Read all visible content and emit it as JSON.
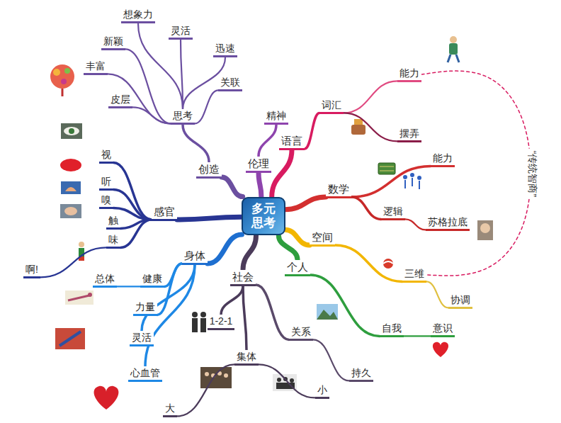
{
  "diagram": {
    "nodes": [
      {
        "text": [
          "多元 思考"
        ]
      },
      {
        "text": [
          "语言"
        ]
      },
      {
        "text": [
          "词汇"
        ]
      },
      {
        "text": [
          "能力"
        ]
      },
      {
        "text": [
          "摆弄"
        ]
      },
      {
        "text": [
          "数学"
        ]
      },
      {
        "text": [
          "能力"
        ]
      },
      {
        "text": [
          "逻辑"
        ]
      },
      {
        "text": [
          "苏格拉底"
        ]
      },
      {
        "text": [
          "空间"
        ]
      },
      {
        "text": [
          "三维"
        ]
      },
      {
        "text": [
          "协调"
        ]
      },
      {
        "text": [
          "个人"
        ]
      },
      {
        "text": [
          "自我"
        ]
      },
      {
        "text": [
          "意识"
        ]
      },
      {
        "text": [
          "社会"
        ]
      },
      {
        "text": [
          "1-2-1"
        ]
      },
      {
        "text": [
          "关系"
        ]
      },
      {
        "text": [
          "持久"
        ]
      },
      {
        "text": [
          "集体"
        ]
      },
      {
        "text": [
          "大"
        ]
      },
      {
        "text": [
          "小"
        ]
      },
      {
        "text": [
          "身体"
        ]
      },
      {
        "text": [
          "健康"
        ]
      },
      {
        "text": [
          "总体"
        ]
      },
      {
        "text": [
          "力量"
        ]
      },
      {
        "text": [
          "灵活"
        ]
      },
      {
        "text": [
          "心血管"
        ]
      },
      {
        "text": [
          "感官"
        ]
      },
      {
        "text": [
          "视"
        ]
      },
      {
        "text": [
          "听"
        ]
      },
      {
        "text": [
          "嗅"
        ]
      },
      {
        "text": [
          "触"
        ]
      },
      {
        "text": [
          "味"
        ]
      },
      {
        "text": [
          "啊!"
        ]
      },
      {
        "text": [
          "创造"
        ]
      },
      {
        "text": [
          "思考"
        ]
      },
      {
        "text": [
          "皮层"
        ]
      },
      {
        "text": [
          "丰富"
        ]
      },
      {
        "text": [
          "新颖"
        ]
      },
      {
        "text": [
          "想象力"
        ]
      },
      {
        "text": [
          "灵活"
        ]
      },
      {
        "text": [
          "迅速"
        ]
      },
      {
        "text": [
          "关联"
        ]
      },
      {
        "text": [
          "伦理"
        ]
      },
      {
        "text": [
          "精神"
        ]
      }
    ],
    "edges": [
      {
        "from": 0,
        "to": 1,
        "arrow": "none"
      },
      {
        "from": 1,
        "to": 2,
        "arrow": "none"
      },
      {
        "from": 2,
        "to": 3,
        "arrow": "none"
      },
      {
        "from": 2,
        "to": 4,
        "arrow": "none"
      },
      {
        "from": 0,
        "to": 5,
        "arrow": "none"
      },
      {
        "from": 5,
        "to": 6,
        "arrow": "none"
      },
      {
        "from": 5,
        "to": 7,
        "arrow": "none"
      },
      {
        "from": 7,
        "to": 8,
        "arrow": "none"
      },
      {
        "from": 0,
        "to": 9,
        "arrow": "none"
      },
      {
        "from": 9,
        "to": 10,
        "arrow": "none"
      },
      {
        "from": 10,
        "to": 11,
        "arrow": "none"
      },
      {
        "from": 0,
        "to": 12,
        "arrow": "none"
      },
      {
        "from": 12,
        "to": 13,
        "arrow": "none"
      },
      {
        "from": 13,
        "to": 14,
        "arrow": "none"
      },
      {
        "from": 0,
        "to": 15,
        "arrow": "none"
      },
      {
        "from": 15,
        "to": 16,
        "arrow": "none"
      },
      {
        "from": 15,
        "to": 17,
        "arrow": "none"
      },
      {
        "from": 17,
        "to": 18,
        "arrow": "none"
      },
      {
        "from": 15,
        "to": 19,
        "arrow": "none"
      },
      {
        "from": 19,
        "to": 20,
        "arrow": "none"
      },
      {
        "from": 19,
        "to": 21,
        "arrow": "none"
      },
      {
        "from": 0,
        "to": 22,
        "arrow": "none"
      },
      {
        "from": 22,
        "to": 23,
        "arrow": "none"
      },
      {
        "from": 23,
        "to": 24,
        "arrow": "none"
      },
      {
        "from": 22,
        "to": 25,
        "arrow": "none"
      },
      {
        "from": 22,
        "to": 26,
        "arrow": "none"
      },
      {
        "from": 22,
        "to": 27,
        "arrow": "none"
      },
      {
        "from": 0,
        "to": 28,
        "arrow": "none"
      },
      {
        "from": 28,
        "to": 29,
        "arrow": "none"
      },
      {
        "from": 28,
        "to": 30,
        "arrow": "none"
      },
      {
        "from": 28,
        "to": 31,
        "arrow": "none"
      },
      {
        "from": 28,
        "to": 32,
        "arrow": "none"
      },
      {
        "from": 28,
        "to": 33,
        "arrow": "none"
      },
      {
        "from": 33,
        "to": 34,
        "arrow": "none"
      },
      {
        "from": 0,
        "to": 35,
        "arrow": "none"
      },
      {
        "from": 35,
        "to": 36,
        "arrow": "none"
      },
      {
        "from": 36,
        "to": 37,
        "arrow": "none"
      },
      {
        "from": 36,
        "to": 38,
        "arrow": "none"
      },
      {
        "from": 36,
        "to": 39,
        "arrow": "none"
      },
      {
        "from": 36,
        "to": 40,
        "arrow": "none"
      },
      {
        "from": 36,
        "to": 41,
        "arrow": "none"
      },
      {
        "from": 36,
        "to": 42,
        "arrow": "none"
      },
      {
        "from": 36,
        "to": 43,
        "arrow": "none"
      },
      {
        "from": 0,
        "to": 44,
        "arrow": "none"
      },
      {
        "from": 44,
        "to": 45,
        "arrow": "none"
      },
      {
        "from": 3,
        "to": 10,
        "label": "“传统智商”",
        "arrow": "none"
      }
    ]
  }
}
